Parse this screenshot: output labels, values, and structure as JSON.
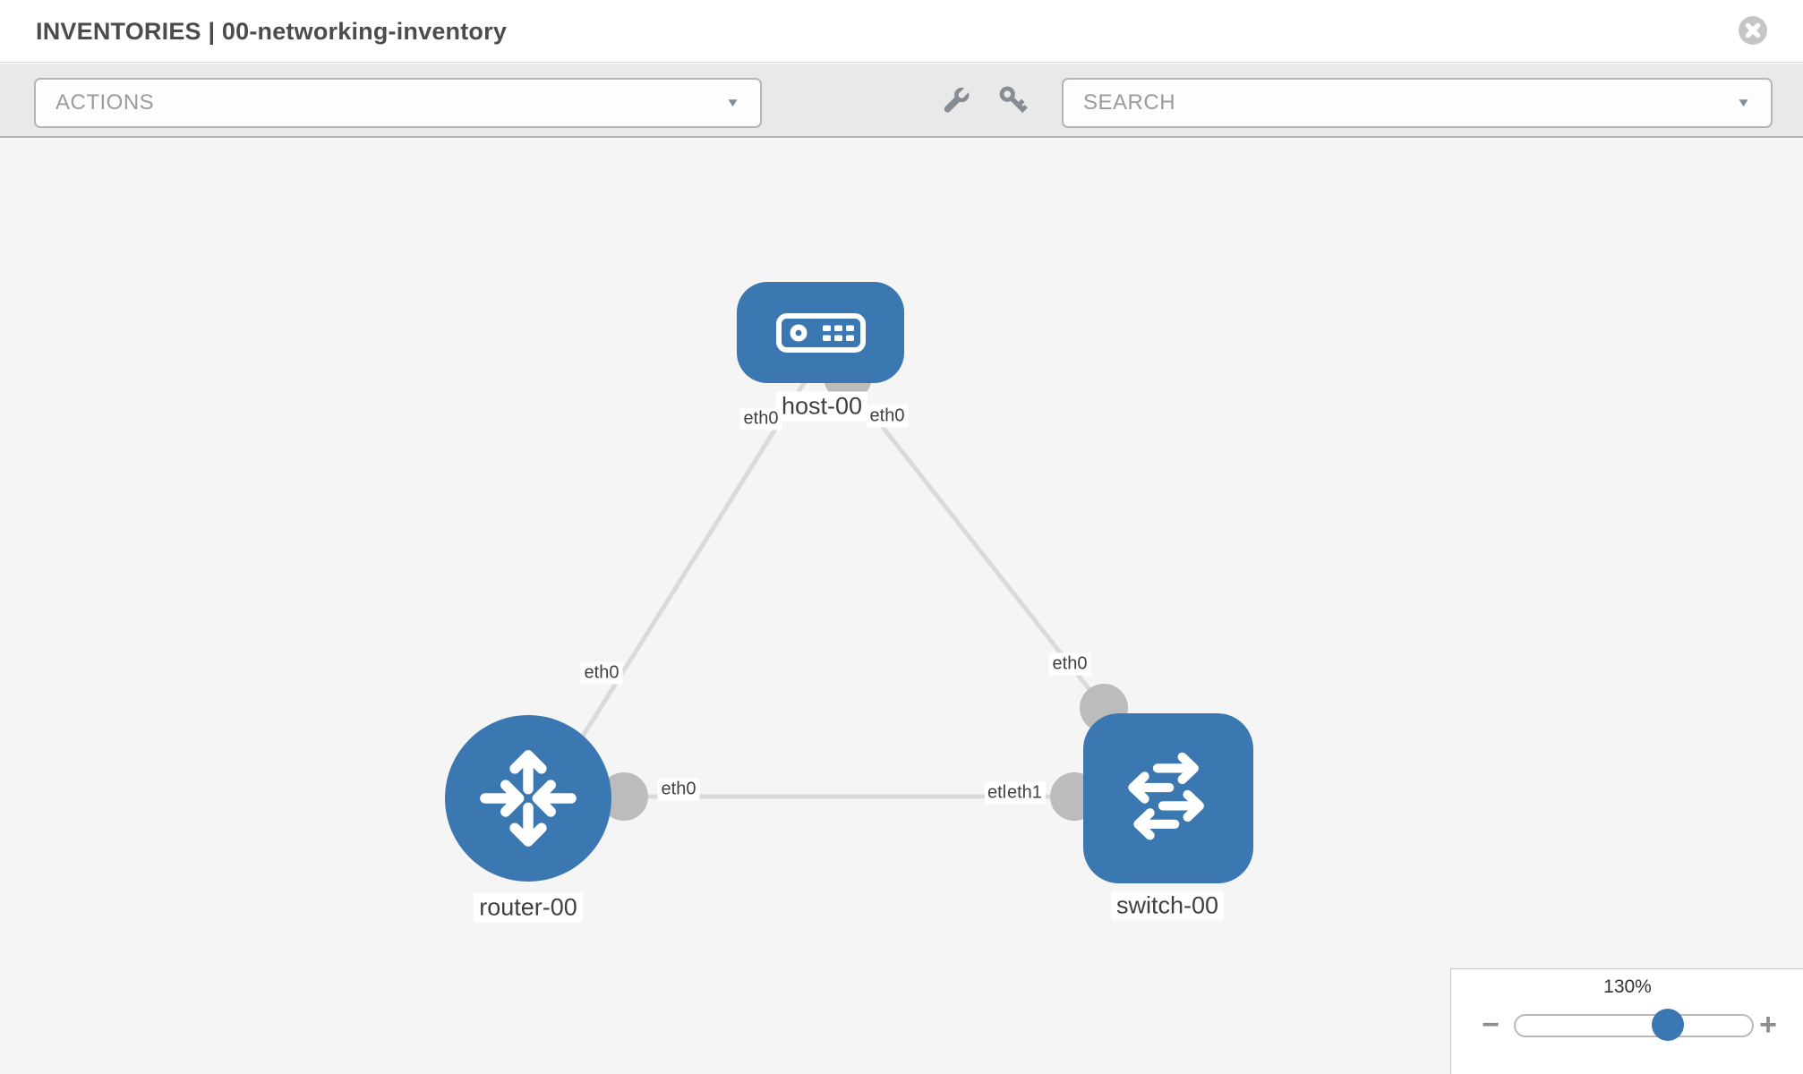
{
  "header": {
    "title": "INVENTORIES | 00-networking-inventory"
  },
  "toolbar": {
    "actions_dropdown": {
      "value": "ACTIONS"
    },
    "search_dropdown": {
      "value": "SEARCH"
    },
    "caret_icon": "▼"
  },
  "topology": {
    "nodes": [
      {
        "label": "host-00",
        "type": "host"
      },
      {
        "label": "router-00",
        "type": "router"
      },
      {
        "label": "switch-00",
        "type": "switch"
      }
    ],
    "links": [
      {
        "from": "host-00",
        "to": "router-00"
      },
      {
        "from": "host-00",
        "to": "switch-00"
      },
      {
        "from": "router-00",
        "to": "switch-00"
      }
    ],
    "interface_labels": {
      "host_left": "eth0",
      "host_right": "eth0",
      "router_top": "eth0",
      "switch_top": "eth0",
      "router_right": "eth0",
      "switch_left_partial": "etl",
      "switch_left": "eth1"
    }
  },
  "zoom_control": {
    "value": "130%",
    "minus_label": "−",
    "plus_label": "+",
    "position_pct": 64
  },
  "colors": {
    "node_blue": "#3b77b0",
    "link_gray": "#dadada",
    "dot_gray": "#bcbcbc",
    "canvas_bg": "#f5f5f5",
    "toolbar_bg": "#e9e9e9",
    "text_dark": "#404040",
    "text_muted": "#9b9b9b",
    "icon_gray": "#878d94"
  }
}
